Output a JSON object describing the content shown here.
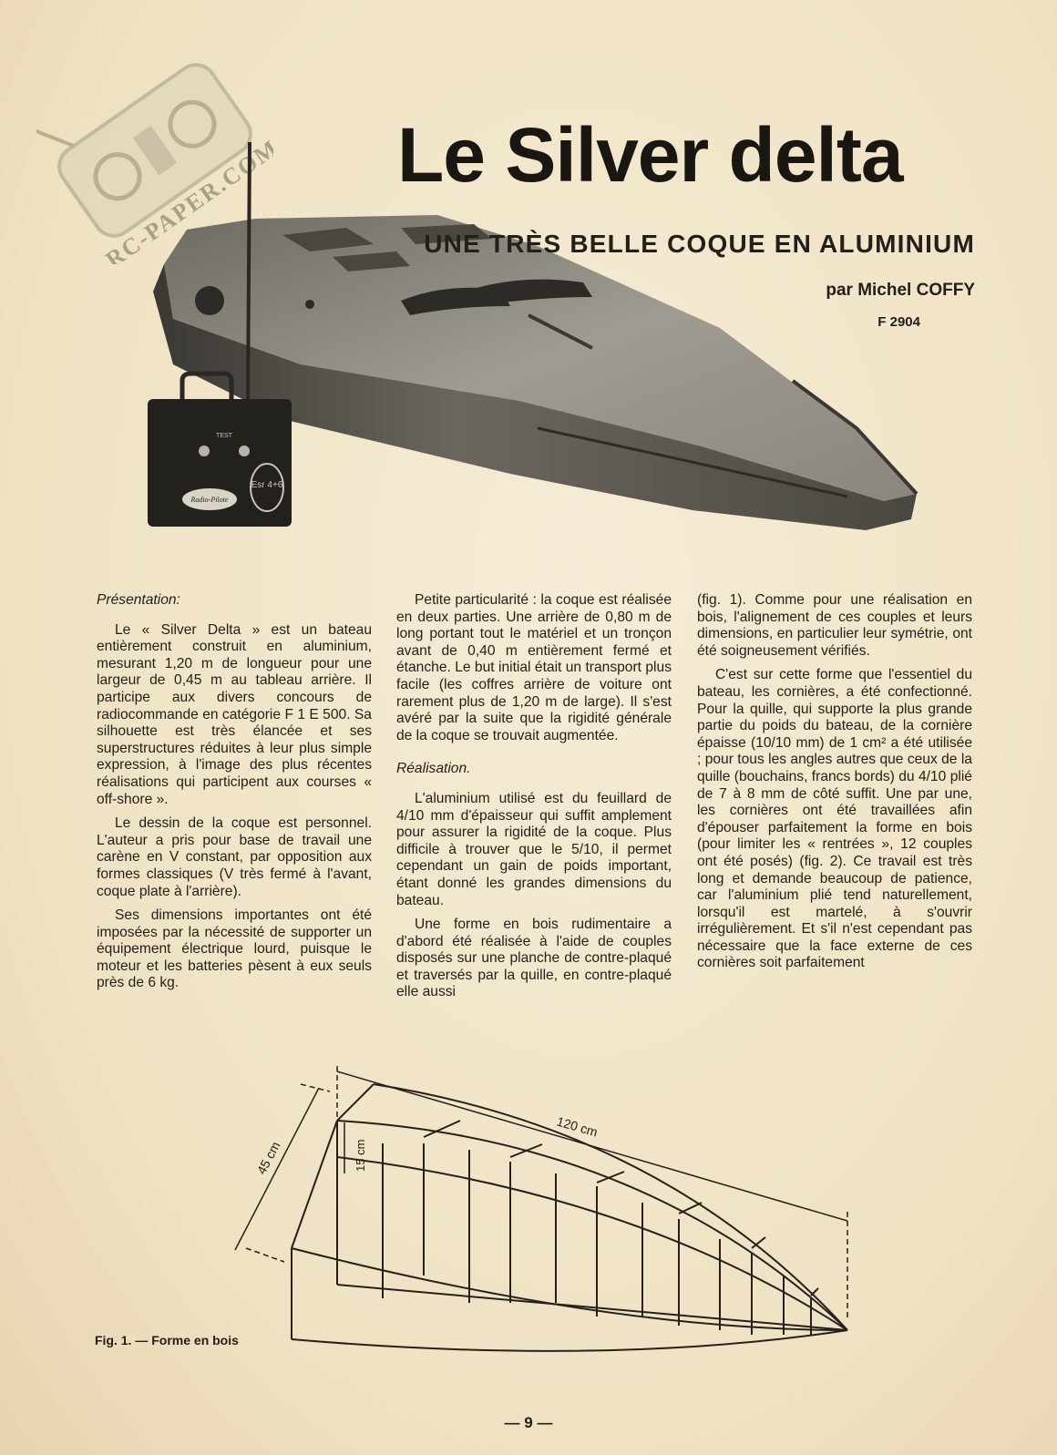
{
  "watermark": {
    "text": "RC-PAPER.COM"
  },
  "article": {
    "title": "Le Silver delta",
    "subtitle": "UNE TRÈS BELLE COQUE EN ALUMINIUM",
    "byline": "par Michel COFFY",
    "callsign": "F 2904"
  },
  "photo": {
    "transmitter_brand": "Radio-Pilote",
    "transmitter_model": "Esr 4+6",
    "transmitter_test": "TEST"
  },
  "columns": {
    "col1": {
      "heading": "Présentation:",
      "p1": "Le « Silver Delta » est un bateau entièrement construit en aluminium, mesurant 1,20 m de longueur pour une largeur de 0,45 m au tableau arrière. Il participe aux divers concours de radiocommande en catégorie F 1 E 500. Sa silhouette est très élancée et ses superstructures réduites à leur plus simple expression, à l'image des plus récentes réalisations qui participent aux courses « off-shore ».",
      "p2": "Le dessin de la coque est personnel. L'auteur a pris pour base de travail une carène en V constant, par opposition aux formes classiques (V très fermé à l'avant, coque plate à l'arrière).",
      "p3": "Ses dimensions importantes ont été imposées par la nécessité de supporter un équipement électrique lourd, puisque le moteur et les batteries pèsent à eux seuls près de 6 kg."
    },
    "col2": {
      "p1": "Petite particularité : la coque est réalisée en deux parties. Une arrière de 0,80 m de long portant tout le matériel et un tronçon avant de 0,40 m entièrement fermé et étanche. Le but initial était un transport plus facile (les coffres arrière de voiture ont rarement plus de 1,20 m de large). Il s'est avéré par la suite que la rigidité générale de la coque se trouvait augmentée.",
      "heading": "Réalisation.",
      "p2": "L'aluminium utilisé est du feuillard de 4/10 mm d'épaisseur qui suffit amplement pour assurer la rigidité de la coque. Plus difficile à trouver que le 5/10, il permet cependant un gain de poids important, étant donné les grandes dimensions du bateau.",
      "p3": "Une forme en bois rudimentaire a d'abord été réalisée à l'aide de couples disposés sur une planche de contre-plaqué et traversés par la quille, en contre-plaqué elle aussi"
    },
    "col3": {
      "p1": "(fig. 1). Comme pour une réalisation en bois, l'alignement de ces couples et leurs dimensions, en particulier leur symétrie, ont été soigneusement vérifiés.",
      "p2": "C'est sur cette forme que l'essentiel du bateau, les cornières, a été confectionné. Pour la quille, qui supporte la plus grande partie du poids du bateau, de la cornière épaisse (10/10 mm) de 1 cm² a été utilisée ; pour tous les angles autres que ceux de la quille (bouchains, francs bords) du 4/10 plié de 7 à 8 mm de côté suffit. Une par une, les cornières ont été travaillées afin d'épouser parfaitement la forme en bois (pour limiter les « rentrées », 12 couples ont été posés) (fig. 2). Ce travail est très long et demande beaucoup de patience, car l'aluminium plié tend naturellement, lorsqu'il est martelé, à s'ouvrir irrégulièrement. Et s'il n'est cependant pas nécessaire que la face externe de ces cornières soit parfaitement"
    }
  },
  "figure": {
    "dim_length": "120 cm",
    "dim_width": "45 cm",
    "dim_height": "15 cm",
    "caption": "Fig. 1. — Forme en bois"
  },
  "page_number": "— 9 —"
}
